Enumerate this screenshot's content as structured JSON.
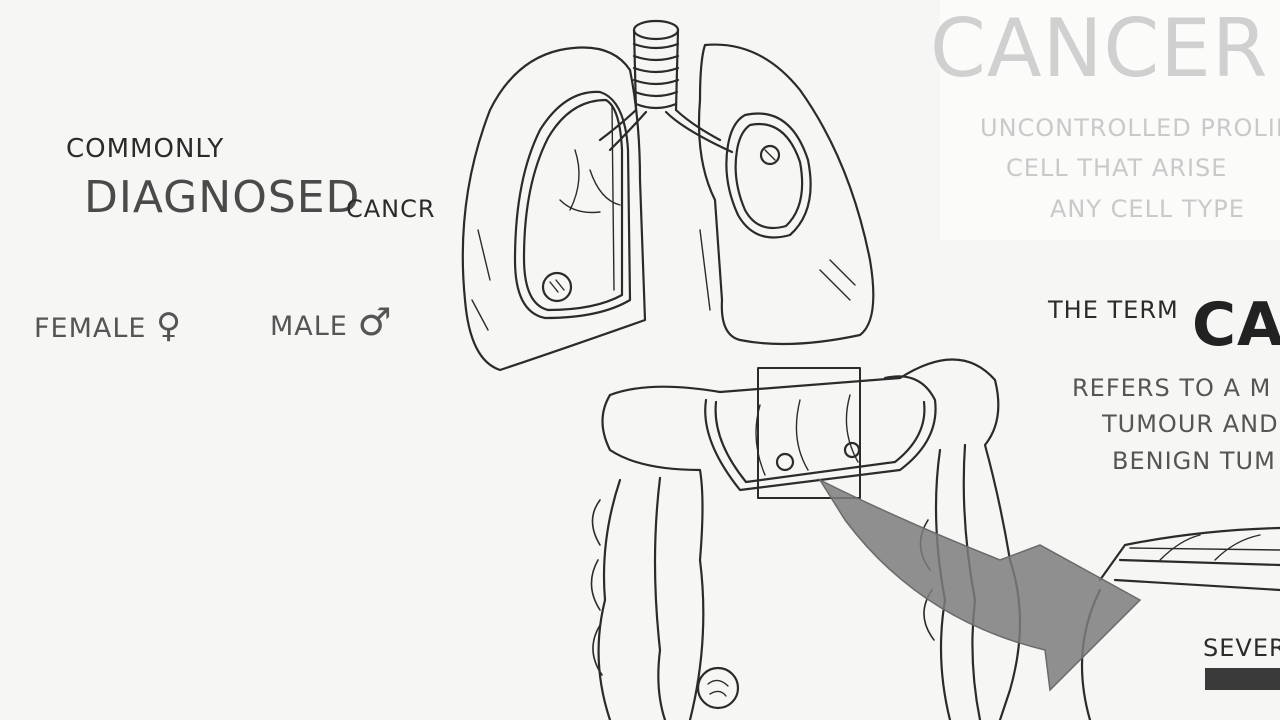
{
  "left": {
    "commonly": "COMMONLY",
    "diagnosed": "DIAGNOSED",
    "cancer_word": "CANCR",
    "female": "FEMALE",
    "male": "MALE"
  },
  "right": {
    "cancer_title": "CANCER",
    "def_line1": "UNCONTROLLED PROLIF",
    "def_line2": "CELL THAT ARISE",
    "def_line3": "ANY CELL TYPE",
    "the_term": "THE TERM",
    "term_big": "CA",
    "refers_line1": "REFERS TO A M",
    "refers_line2": "TUMOUR AND",
    "refers_line3": "BENIGN TUM",
    "box_label": "SEVER"
  },
  "icons": [
    "female-symbol-icon",
    "male-symbol-icon"
  ],
  "colors": {
    "background": "#f6f6f4",
    "ink": "#2b2b2b",
    "faded_text": "#c9c9c9",
    "arrow": "#7d7d7d"
  }
}
